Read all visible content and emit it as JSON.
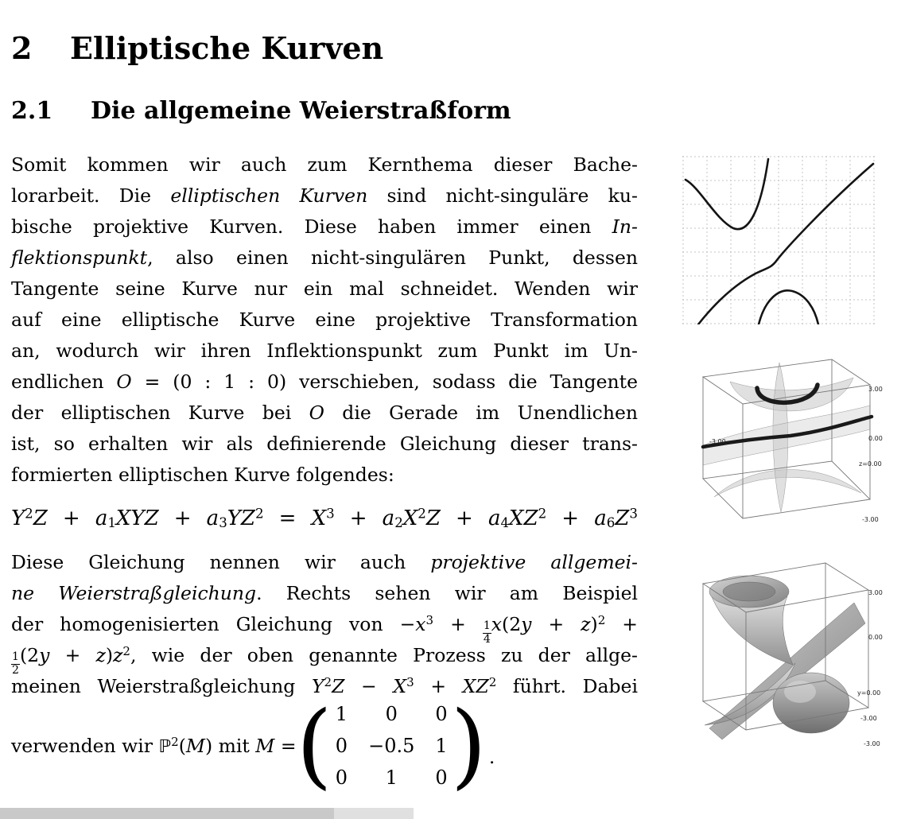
{
  "section": {
    "number": "2",
    "title": "Elliptische Kurven"
  },
  "subsection": {
    "number": "2.1",
    "title": "Die allgemeine Weierstraßform"
  },
  "paragraph1": {
    "lines": [
      {
        "segs": [
          {
            "t": "Somit kommen wir auch zum Kernthema dieser Bache-"
          }
        ]
      },
      {
        "segs": [
          {
            "t": "lorarbeit. Die "
          },
          {
            "t": "elliptischen Kurven",
            "i": 1
          },
          {
            "t": " sind nicht-singuläre ku-"
          }
        ]
      },
      {
        "segs": [
          {
            "t": "bische projektive Kurven. Diese haben immer einen "
          },
          {
            "t": "In-",
            "i": 1
          }
        ]
      },
      {
        "segs": [
          {
            "t": "flektionspunkt",
            "i": 1
          },
          {
            "t": ", also einen nicht-singulären Punkt, dessen"
          }
        ]
      },
      {
        "segs": [
          {
            "t": "Tangente seine Kurve nur ein mal schneidet. Wenden wir"
          }
        ]
      },
      {
        "segs": [
          {
            "t": "auf eine elliptische Kurve eine projektive Transformation"
          }
        ]
      },
      {
        "segs": [
          {
            "t": "an, wodurch wir ihren Inflektionspunkt zum Punkt im Un-"
          }
        ]
      },
      {
        "segs": [
          {
            "t": "endlichen "
          },
          {
            "t": "O",
            "cal": 1
          },
          {
            "t": " = (0 : 1 : 0) verschieben, sodass die Tangente"
          }
        ]
      },
      {
        "segs": [
          {
            "t": "der elliptischen Kurve bei "
          },
          {
            "t": "O",
            "cal": 1
          },
          {
            "t": " die Gerade im Unendlichen"
          }
        ]
      },
      {
        "segs": [
          {
            "t": "ist, so erhalten wir als definierende Gleichung dieser trans-"
          }
        ]
      },
      {
        "last": true,
        "segs": [
          {
            "t": "formierten elliptischen Kurve folgendes:"
          }
        ]
      }
    ]
  },
  "equation": {
    "segs": [
      {
        "t": "Y",
        "i": 1
      },
      {
        "t": "2",
        "sup": 1
      },
      {
        "t": "Z",
        "i": 1
      },
      {
        "t": " + "
      },
      {
        "t": "a",
        "i": 1
      },
      {
        "t": "1",
        "sub": 1
      },
      {
        "t": "XYZ",
        "i": 1
      },
      {
        "t": " + "
      },
      {
        "t": "a",
        "i": 1
      },
      {
        "t": "3",
        "sub": 1
      },
      {
        "t": "YZ",
        "i": 1
      },
      {
        "t": "2",
        "sup": 1
      },
      {
        "t": " = "
      },
      {
        "t": "X",
        "i": 1
      },
      {
        "t": "3",
        "sup": 1
      },
      {
        "t": " + "
      },
      {
        "t": "a",
        "i": 1
      },
      {
        "t": "2",
        "sub": 1
      },
      {
        "t": "X",
        "i": 1
      },
      {
        "t": "2",
        "sup": 1
      },
      {
        "t": "Z",
        "i": 1
      },
      {
        "t": " + "
      },
      {
        "t": "a",
        "i": 1
      },
      {
        "t": "4",
        "sub": 1
      },
      {
        "t": "XZ",
        "i": 1
      },
      {
        "t": "2",
        "sup": 1
      },
      {
        "t": " + "
      },
      {
        "t": "a",
        "i": 1
      },
      {
        "t": "6",
        "sub": 1
      },
      {
        "t": "Z",
        "i": 1
      },
      {
        "t": "3",
        "sup": 1
      }
    ]
  },
  "paragraph2": {
    "lines": [
      {
        "segs": [
          {
            "t": "Diese Gleichung nennen wir auch "
          },
          {
            "t": "projektive allgemei-",
            "i": 1
          }
        ]
      },
      {
        "segs": [
          {
            "t": "ne Weierstraßgleichung",
            "i": 1
          },
          {
            "t": ". Rechts sehen wir am Beispiel"
          }
        ]
      },
      {
        "segs": [
          {
            "t": "der homogenisierten Gleichung von "
          },
          {
            "t": "−"
          },
          {
            "t": "x",
            "i": 1
          },
          {
            "t": "3",
            "sup": 1
          },
          {
            "t": " + "
          },
          {
            "frac": [
              "1",
              "4"
            ]
          },
          {
            "t": "x",
            "i": 1
          },
          {
            "t": "(2"
          },
          {
            "t": "y",
            "i": 1
          },
          {
            "t": " + "
          },
          {
            "t": "z",
            "i": 1
          },
          {
            "t": ")"
          },
          {
            "t": "2",
            "sup": 1
          },
          {
            "t": " +"
          }
        ]
      },
      {
        "segs": [
          {
            "frac": [
              "1",
              "2"
            ]
          },
          {
            "t": "(2"
          },
          {
            "t": "y",
            "i": 1
          },
          {
            "t": " + "
          },
          {
            "t": "z",
            "i": 1
          },
          {
            "t": ")"
          },
          {
            "t": "z",
            "i": 1
          },
          {
            "t": "2",
            "sup": 1
          },
          {
            "t": ", wie der oben genannte Prozess zu der allge-"
          }
        ]
      },
      {
        "segs": [
          {
            "t": "meinen Weierstraßgleichung "
          },
          {
            "t": "Y",
            "i": 1
          },
          {
            "t": "2",
            "sup": 1
          },
          {
            "t": "Z",
            "i": 1
          },
          {
            "t": " − "
          },
          {
            "t": "X",
            "i": 1
          },
          {
            "t": "3",
            "sup": 1
          },
          {
            "t": " + "
          },
          {
            "t": "XZ",
            "i": 1
          },
          {
            "t": "2",
            "sup": 1
          },
          {
            "t": " führt. Dabei"
          }
        ]
      }
    ]
  },
  "matrix_line": {
    "prefix": [
      {
        "t": "verwenden wir "
      },
      {
        "t": "ℙ",
        "bb": 1
      },
      {
        "t": "2",
        "sup": 1
      },
      {
        "t": "("
      },
      {
        "t": "M",
        "i": 1
      },
      {
        "t": ") mit "
      },
      {
        "t": "M",
        "i": 1
      },
      {
        "t": " ="
      }
    ],
    "open_paren": "(",
    "close_paren": ")",
    "rows": [
      [
        "1",
        "0",
        "0"
      ],
      [
        "0",
        "−0.5",
        "1"
      ],
      [
        "0",
        "1",
        "0"
      ]
    ],
    "suffix": "."
  },
  "figures": {
    "fig1": {
      "type": "2d-elliptic-curve-plot-with-grid"
    },
    "fig2": {
      "type": "3d-surface-plot-general-weierstrass",
      "labels": [
        "3.00",
        "0.00",
        "z=0.00",
        "-3.00",
        "-3.00"
      ]
    },
    "fig3": {
      "type": "3d-surface-plot-homogenized-cubic",
      "labels": [
        "3.00",
        "0.00",
        "y=0.00",
        "-3.00",
        "-3.00"
      ]
    }
  },
  "colors": {
    "text": "#000000",
    "figure_gray": "#b5b5b5",
    "artifact_bar": "#c9c9c9"
  }
}
